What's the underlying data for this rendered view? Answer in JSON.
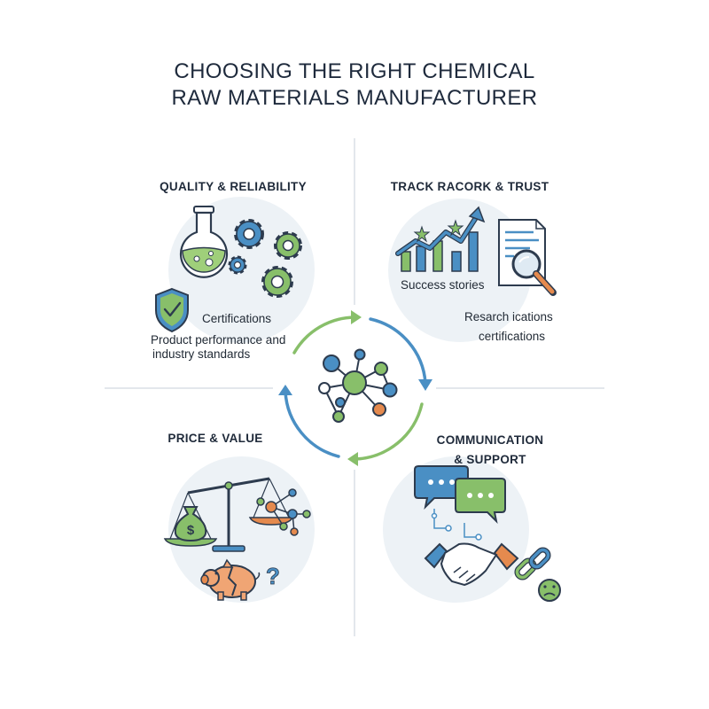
{
  "title": {
    "line1": "CHOOSING THE RIGHT CHEMICAL",
    "line2": "RAW MATERIALS MANUFACTURER"
  },
  "quadrants": {
    "quality": {
      "heading": "QUALITY & RELIABILITY",
      "certifications": "Certifications",
      "performance_line1": "Product performance and",
      "performance_line2": "industry standards"
    },
    "track": {
      "heading": "TRACK RACORK & TRUST",
      "success": "Success stories",
      "research": "Resarch ications",
      "certs": "certifications"
    },
    "price": {
      "heading": "PRICE & VALUE",
      "dollar": "$",
      "question": "?"
    },
    "communication": {
      "heading_line1": "COMMUNICATION",
      "heading_line2": "& SUPPORT"
    }
  },
  "colors": {
    "blue": "#4a8fc4",
    "green": "#88bf6a",
    "orange": "#e58a4e",
    "outline": "#2d3b4e",
    "circle_bg": "#edf2f6"
  }
}
